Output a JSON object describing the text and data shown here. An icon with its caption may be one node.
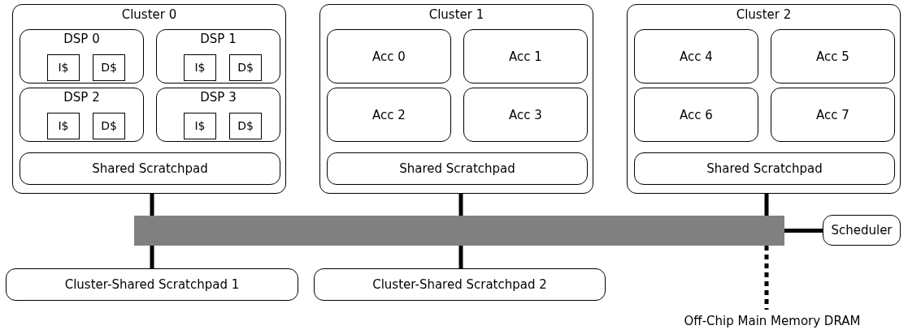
{
  "diagram": {
    "nodes": [
      {
        "text": [
          "Cluster 0"
        ]
      },
      {
        "text": [
          "DSP 0"
        ],
        "in": 0
      },
      {
        "text": [
          "I$"
        ],
        "in": 1
      },
      {
        "text": [
          "D$"
        ],
        "in": 1
      },
      {
        "text": [
          "DSP 1"
        ],
        "in": 0
      },
      {
        "text": [
          "I$"
        ],
        "in": 4
      },
      {
        "text": [
          "D$"
        ],
        "in": 4
      },
      {
        "text": [
          "DSP 2"
        ],
        "in": 0
      },
      {
        "text": [
          "I$"
        ],
        "in": 7
      },
      {
        "text": [
          "D$"
        ],
        "in": 7
      },
      {
        "text": [
          "DSP 3"
        ],
        "in": 0
      },
      {
        "text": [
          "I$"
        ],
        "in": 10
      },
      {
        "text": [
          "D$"
        ],
        "in": 10
      },
      {
        "text": [
          "Shared Scratchpad"
        ],
        "in": 0
      },
      {
        "text": [
          "Cluster 1"
        ]
      },
      {
        "text": [
          "Acc 0"
        ],
        "in": 14
      },
      {
        "text": [
          "Acc 1"
        ],
        "in": 14
      },
      {
        "text": [
          "Acc 2"
        ],
        "in": 14
      },
      {
        "text": [
          "Acc 3"
        ],
        "in": 14
      },
      {
        "text": [
          "Shared Scratchpad"
        ],
        "in": 14
      },
      {
        "text": [
          "Cluster 2"
        ]
      },
      {
        "text": [
          "Acc 4"
        ],
        "in": 20
      },
      {
        "text": [
          "Acc 5"
        ],
        "in": 20
      },
      {
        "text": [
          "Acc 6"
        ],
        "in": 20
      },
      {
        "text": [
          "Acc 7"
        ],
        "in": 20
      },
      {
        "text": [
          "Shared Scratchpad"
        ],
        "in": 20
      },
      {
        "text": [],
        "shape": "bar"
      },
      {
        "text": [
          "Scheduler"
        ]
      },
      {
        "text": [
          "Cluster-Shared Scratchpad 1"
        ]
      },
      {
        "text": [
          "Cluster-Shared Scratchpad 2"
        ]
      },
      {
        "text": [
          "Off-Chip Main Memory DRAM"
        ]
      }
    ],
    "edges": [
      {
        "from": 0,
        "to": 26,
        "arrow": "none"
      },
      {
        "from": 14,
        "to": 26,
        "arrow": "none"
      },
      {
        "from": 20,
        "to": 26,
        "arrow": "none"
      },
      {
        "from": 26,
        "to": 27,
        "arrow": "none"
      },
      {
        "from": 26,
        "to": 28,
        "arrow": "none"
      },
      {
        "from": 26,
        "to": 29,
        "arrow": "none"
      },
      {
        "from": 26,
        "to": 30,
        "arrow": "none",
        "style": "dashed"
      }
    ]
  }
}
